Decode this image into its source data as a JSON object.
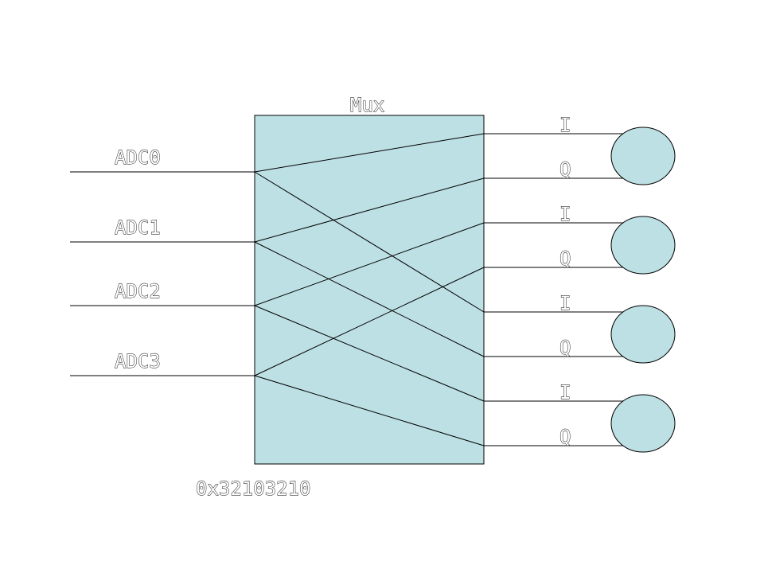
{
  "diagram": {
    "mux_label": "Mux",
    "register_value": "0x32103210",
    "colors": {
      "fill": "#bde0e4",
      "line": "#000000"
    },
    "inputs": [
      {
        "label": "ADC0"
      },
      {
        "label": "ADC1"
      },
      {
        "label": "ADC2"
      },
      {
        "label": "ADC3"
      }
    ],
    "outputs": [
      {
        "i_label": "I",
        "q_label": "Q"
      },
      {
        "i_label": "I",
        "q_label": "Q"
      },
      {
        "i_label": "I",
        "q_label": "Q"
      },
      {
        "i_label": "I",
        "q_label": "Q"
      }
    ],
    "mapping": [
      {
        "from": 0,
        "to": 0
      },
      {
        "from": 1,
        "to": 1
      },
      {
        "from": 2,
        "to": 2
      },
      {
        "from": 3,
        "to": 3
      },
      {
        "from": 0,
        "to": 4
      },
      {
        "from": 1,
        "to": 5
      },
      {
        "from": 2,
        "to": 6
      },
      {
        "from": 3,
        "to": 7
      }
    ]
  }
}
